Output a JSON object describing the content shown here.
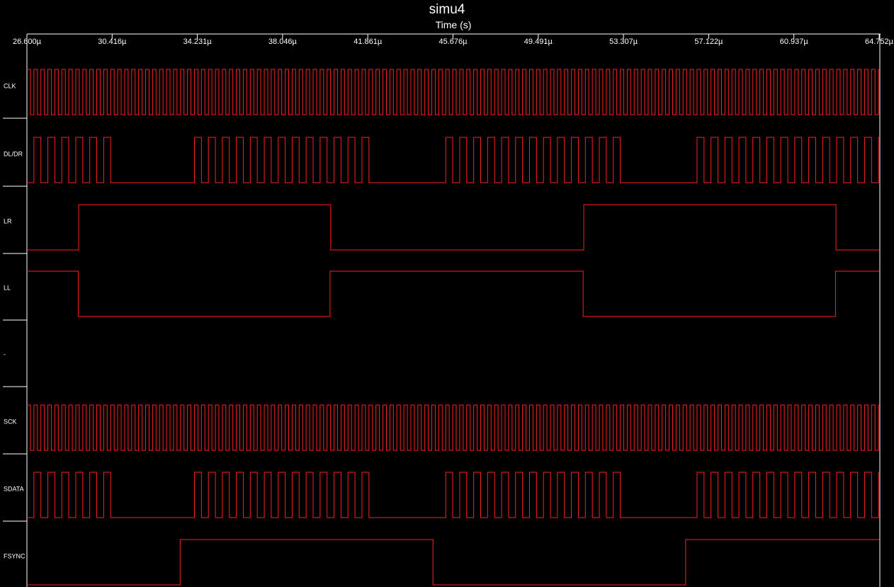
{
  "chart_data": {
    "type": "line",
    "title": "simu4",
    "xlabel": "Time (s)",
    "x_ticks": [
      "26.600µ",
      "30.416µ",
      "34.231µ",
      "38.046µ",
      "41.861µ",
      "45.676µ",
      "49.491µ",
      "53.307µ",
      "57.122µ",
      "60.937µ",
      "64.752µ"
    ],
    "xlim": [
      26.6,
      64.752
    ],
    "x_unit": "µs",
    "style": {
      "background": "#000000",
      "trace_color": "#ff2020",
      "axis_color": "#ffffff",
      "grid": false
    },
    "series": [
      {
        "name": "CLK",
        "clock_period": 0.3125,
        "initial": 1,
        "transitions": []
      },
      {
        "name": "DL/DR",
        "clock_period": 0.625,
        "initial": 0,
        "transitions": []
      },
      {
        "name": "LR",
        "initial": 0,
        "transitions": [
          28.92,
          40.2,
          51.53,
          62.82
        ]
      },
      {
        "name": "LL",
        "initial": 1,
        "transitions": [
          28.9,
          40.17,
          51.5,
          62.8
        ]
      },
      {
        "name": "-",
        "initial": null,
        "transitions": []
      },
      {
        "name": "SCK",
        "clock_period": 0.3125,
        "initial": 1,
        "transitions": []
      },
      {
        "name": "SDATA",
        "clock_period": 0.625,
        "initial": 0,
        "transitions": []
      },
      {
        "name": "FSYNC",
        "initial": 0,
        "transitions": [
          33.46,
          44.78,
          56.09
        ]
      }
    ],
    "burst_gaps": {
      "DL/DR": [
        [
          30.6,
          33.8
        ],
        [
          41.9,
          45.1
        ],
        [
          53.3,
          56.4
        ]
      ],
      "SDATA": [
        [
          30.6,
          33.8
        ],
        [
          41.9,
          45.1
        ],
        [
          53.3,
          56.4
        ]
      ]
    }
  }
}
